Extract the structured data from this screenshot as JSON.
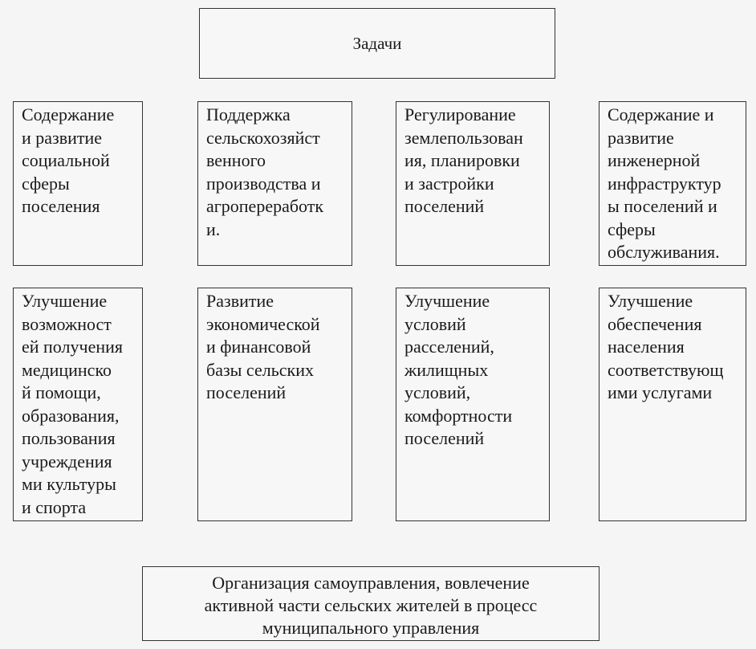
{
  "title": "Задачи",
  "row1": [
    "Содержание\nи    развитие\nсоциальной\nсферы\nпоселения",
    "Поддержка\nсельскохозяйст\nвенного\nпроизводства и\nагропереработк\nи.",
    "Регулирование\nземлепользован\nия, планировки\nи застройки\nпоселений",
    "Содержание  и\nразвитие\nинженерной\nинфраструктур\nы поселений и\nсферы\nобслуживания."
  ],
  "row2": [
    "Улучшение\nвозможност\nей получения\nмедицинско\nй помощи,\nобразования,\nпользования\nучреждения\nми культуры\nи спорта",
    "Развитие\nэкономической\nи финансовой\nбазы сельских\nпоселений",
    "Улучшение\nусловий\nрасселений,\nжилищных\nусловий,\nкомфортности\nпоселений",
    "Улучшение\nобеспечения\nнаселения\nсоответствующ\nими услугами"
  ],
  "bottom": "Организация самоуправления, вовлечение\nактивной части сельских жителей в процесс\nмуниципального управления"
}
